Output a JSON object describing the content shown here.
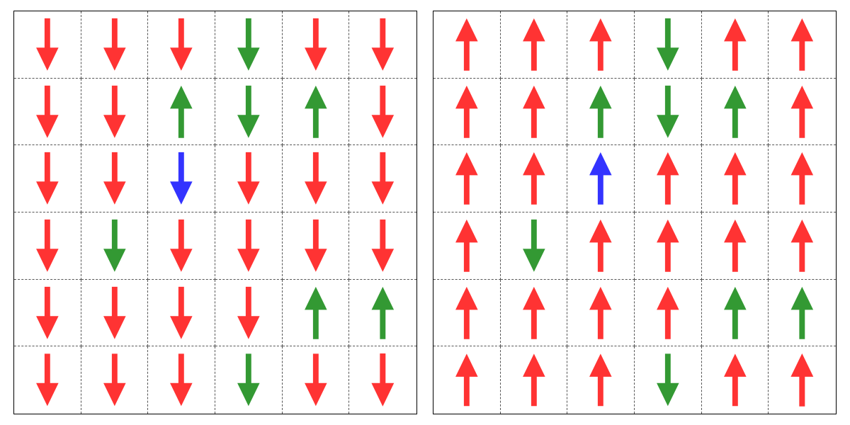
{
  "colors": {
    "red": "#ff3333",
    "green": "#339933",
    "blue": "#3333ff",
    "grid_border": "#000000",
    "grid_lines": "#555555"
  },
  "grids": [
    {
      "name": "left",
      "arrows": [
        [
          {
            "dir": "down",
            "color": "red"
          },
          {
            "dir": "down",
            "color": "red"
          },
          {
            "dir": "down",
            "color": "red"
          },
          {
            "dir": "down",
            "color": "green"
          },
          {
            "dir": "down",
            "color": "red"
          },
          {
            "dir": "down",
            "color": "red"
          }
        ],
        [
          {
            "dir": "down",
            "color": "red"
          },
          {
            "dir": "down",
            "color": "red"
          },
          {
            "dir": "up",
            "color": "green"
          },
          {
            "dir": "down",
            "color": "green"
          },
          {
            "dir": "up",
            "color": "green"
          },
          {
            "dir": "down",
            "color": "red"
          }
        ],
        [
          {
            "dir": "down",
            "color": "red"
          },
          {
            "dir": "down",
            "color": "red"
          },
          {
            "dir": "down",
            "color": "blue"
          },
          {
            "dir": "down",
            "color": "red"
          },
          {
            "dir": "down",
            "color": "red"
          },
          {
            "dir": "down",
            "color": "red"
          }
        ],
        [
          {
            "dir": "down",
            "color": "red"
          },
          {
            "dir": "down",
            "color": "green"
          },
          {
            "dir": "down",
            "color": "red"
          },
          {
            "dir": "down",
            "color": "red"
          },
          {
            "dir": "down",
            "color": "red"
          },
          {
            "dir": "down",
            "color": "red"
          }
        ],
        [
          {
            "dir": "down",
            "color": "red"
          },
          {
            "dir": "down",
            "color": "red"
          },
          {
            "dir": "down",
            "color": "red"
          },
          {
            "dir": "down",
            "color": "red"
          },
          {
            "dir": "up",
            "color": "green"
          },
          {
            "dir": "up",
            "color": "green"
          }
        ],
        [
          {
            "dir": "down",
            "color": "red"
          },
          {
            "dir": "down",
            "color": "red"
          },
          {
            "dir": "down",
            "color": "red"
          },
          {
            "dir": "down",
            "color": "green"
          },
          {
            "dir": "down",
            "color": "red"
          },
          {
            "dir": "down",
            "color": "red"
          }
        ]
      ]
    },
    {
      "name": "right",
      "arrows": [
        [
          {
            "dir": "up",
            "color": "red"
          },
          {
            "dir": "up",
            "color": "red"
          },
          {
            "dir": "up",
            "color": "red"
          },
          {
            "dir": "down",
            "color": "green"
          },
          {
            "dir": "up",
            "color": "red"
          },
          {
            "dir": "up",
            "color": "red"
          }
        ],
        [
          {
            "dir": "up",
            "color": "red"
          },
          {
            "dir": "up",
            "color": "red"
          },
          {
            "dir": "up",
            "color": "green"
          },
          {
            "dir": "down",
            "color": "green"
          },
          {
            "dir": "up",
            "color": "green"
          },
          {
            "dir": "up",
            "color": "red"
          }
        ],
        [
          {
            "dir": "up",
            "color": "red"
          },
          {
            "dir": "up",
            "color": "red"
          },
          {
            "dir": "up",
            "color": "blue"
          },
          {
            "dir": "up",
            "color": "red"
          },
          {
            "dir": "up",
            "color": "red"
          },
          {
            "dir": "up",
            "color": "red"
          }
        ],
        [
          {
            "dir": "up",
            "color": "red"
          },
          {
            "dir": "down",
            "color": "green"
          },
          {
            "dir": "up",
            "color": "red"
          },
          {
            "dir": "up",
            "color": "red"
          },
          {
            "dir": "up",
            "color": "red"
          },
          {
            "dir": "up",
            "color": "red"
          }
        ],
        [
          {
            "dir": "up",
            "color": "red"
          },
          {
            "dir": "up",
            "color": "red"
          },
          {
            "dir": "up",
            "color": "red"
          },
          {
            "dir": "up",
            "color": "red"
          },
          {
            "dir": "up",
            "color": "green"
          },
          {
            "dir": "up",
            "color": "green"
          }
        ],
        [
          {
            "dir": "up",
            "color": "red"
          },
          {
            "dir": "up",
            "color": "red"
          },
          {
            "dir": "up",
            "color": "red"
          },
          {
            "dir": "down",
            "color": "green"
          },
          {
            "dir": "up",
            "color": "red"
          },
          {
            "dir": "up",
            "color": "red"
          }
        ]
      ]
    }
  ]
}
